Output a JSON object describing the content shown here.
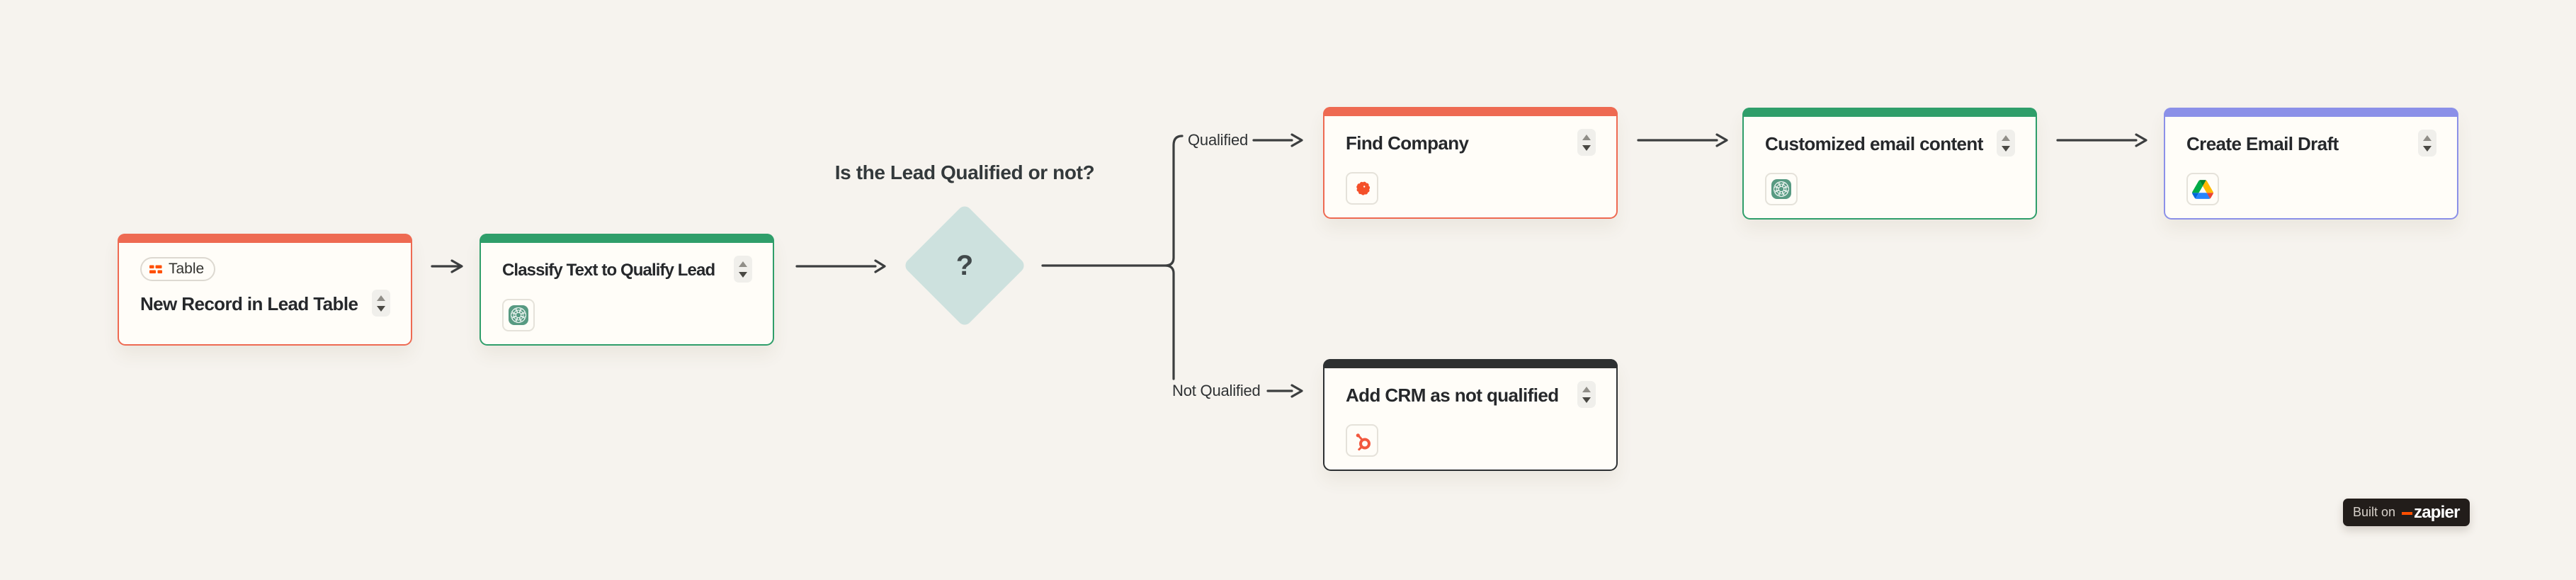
{
  "colors": {
    "canvas": "#f6f3ee",
    "card": "#fffdf8",
    "line": "#3c3e3f",
    "zapier_orange": "#ff4f00"
  },
  "question": "Is the Lead Qualified or not?",
  "diamond": {
    "label": "?",
    "fill": "#cde1de"
  },
  "branch_labels": {
    "qualified": "Qualified",
    "not_qualified": "Not Qualified"
  },
  "nodes": [
    {
      "title": "New Record in Lead Table",
      "badge": "Table",
      "accent": "#ee6a52",
      "icon": "zapier-tables-icon"
    },
    {
      "title": "Classify Text to Qualify Lead",
      "accent": "#2f9e6a",
      "icon": "ai-by-zapier-icon"
    },
    {
      "title": "Find Company",
      "accent": "#ee6a52",
      "icon": "find-company-app-icon"
    },
    {
      "title": "Customized email content",
      "accent": "#2f9e6a",
      "icon": "ai-by-zapier-icon"
    },
    {
      "title": "Create Email Draft",
      "accent": "#8b90e8",
      "icon": "google-drive-icon"
    },
    {
      "title": "Add CRM as not qualified",
      "accent": "#2d3032",
      "icon": "hubspot-icon"
    }
  ],
  "built_on_badge": {
    "prefix": "Built on",
    "brand": "zapier"
  }
}
